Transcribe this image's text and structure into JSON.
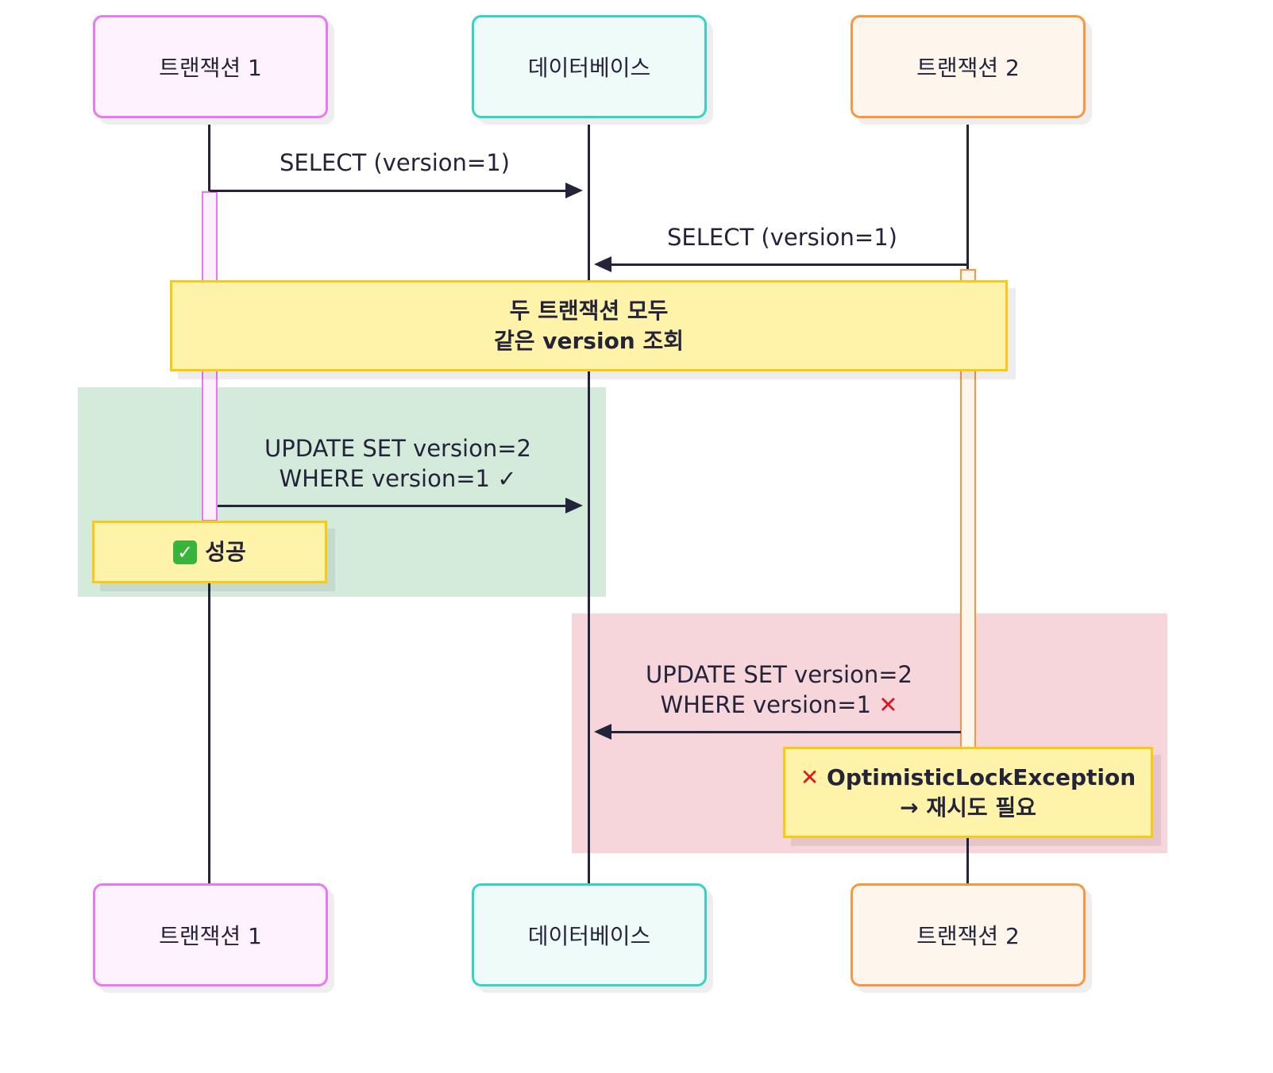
{
  "participants": [
    {
      "id": "t1",
      "label": "트랜잭션 1",
      "border_color": "#e879f2",
      "fill_color": "#fdf2fd"
    },
    {
      "id": "db",
      "label": "데이터베이스",
      "border_color": "#34d3c3",
      "fill_color": "#effbf9"
    },
    {
      "id": "t2",
      "label": "트랜잭션 2",
      "border_color": "#fa9642",
      "fill_color": "#fef5ec"
    }
  ],
  "messages": [
    {
      "from": "트랜잭션 1",
      "to": "데이터베이스",
      "line1": "SELECT (version=1)"
    },
    {
      "from": "트랜잭션 2",
      "to": "데이터베이스",
      "line1": "SELECT (version=1)"
    },
    {
      "from": "트랜잭션 1",
      "to": "데이터베이스",
      "line1": "UPDATE SET version=2",
      "line2": "WHERE version=1",
      "mark": "✓"
    },
    {
      "from": "트랜잭션 2",
      "to": "데이터베이스",
      "line1": "UPDATE SET version=2",
      "line2": "WHERE version=1",
      "mark": "❌"
    }
  ],
  "notes": {
    "same_version": {
      "line1": "두 트랜잭션 모두",
      "line2": "같은 version 조회"
    },
    "success": {
      "icon": "check-mark-button-icon",
      "icon_glyph": "✓",
      "text": "성공"
    },
    "failure": {
      "icon": "cross-mark-icon",
      "icon_glyph": "✕",
      "line1": "OptimisticLockException",
      "line2": "→ 재시도 필요"
    }
  },
  "regions": {
    "success_color": "#d4ebdc",
    "failure_color": "#f6d6da"
  },
  "colors": {
    "note_fill": "#fef3a8",
    "note_border": "#fac914",
    "line": "#23233a",
    "error_red": "#e0141e"
  }
}
